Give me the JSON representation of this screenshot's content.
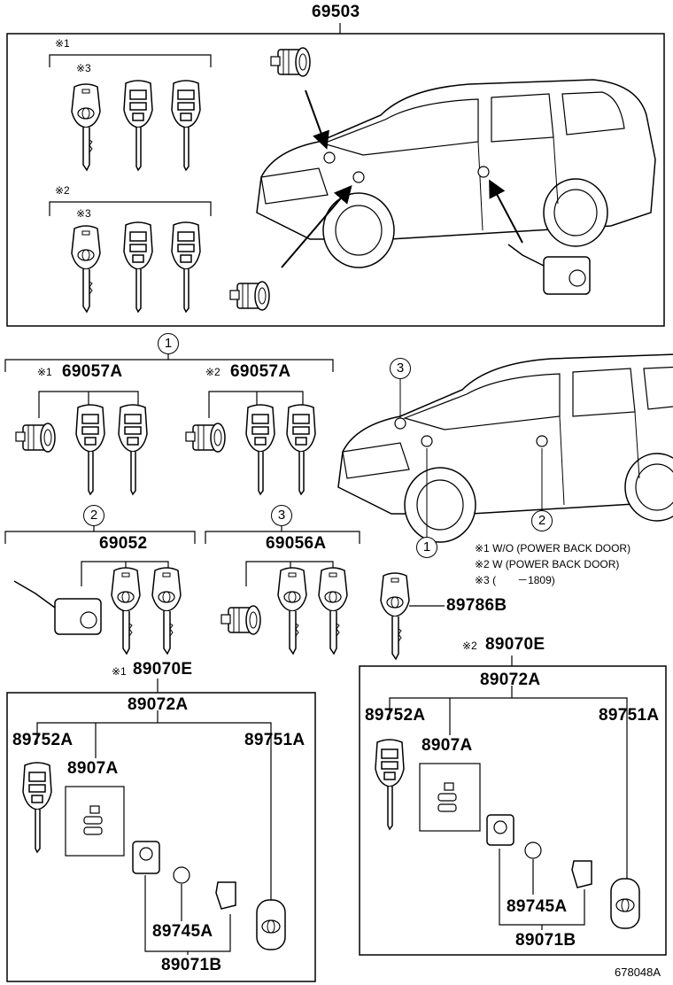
{
  "labels": {
    "top_assembly": "69503",
    "assy_69057a_1": "69057A",
    "assy_69057a_2": "69057A",
    "assy_69052": "69052",
    "assy_69056a": "69056A",
    "key_89786b": "89786B",
    "set_89070e_1": "89070E",
    "set_89070e_2": "89070E",
    "sub_89072a_left": "89072A",
    "sub_89072a_right": "89072A",
    "key_89752a_left": "89752A",
    "key_89752a_right": "89752A",
    "remote_89751a_left": "89751A",
    "remote_89751a_right": "89751A",
    "button_8907a_left": "8907A",
    "button_8907a_right": "8907A",
    "battery_89745a_left": "89745A",
    "battery_89745a_right": "89745A",
    "case_89071b_left": "89071B",
    "case_89071b_right": "89071B"
  },
  "markers": {
    "note1": "※1",
    "note2": "※2",
    "note3": "※3"
  },
  "callouts": {
    "c1": "1",
    "c2": "2",
    "c3": "3"
  },
  "legend": [
    {
      "mark": "※1",
      "text": "W/O (POWER BACK DOOR)"
    },
    {
      "mark": "※2",
      "text": "W (POWER BACK DOOR)"
    },
    {
      "mark": "※3",
      "text": "(　　－1809)"
    }
  ],
  "footer": {
    "diagram_number": "678048A"
  }
}
